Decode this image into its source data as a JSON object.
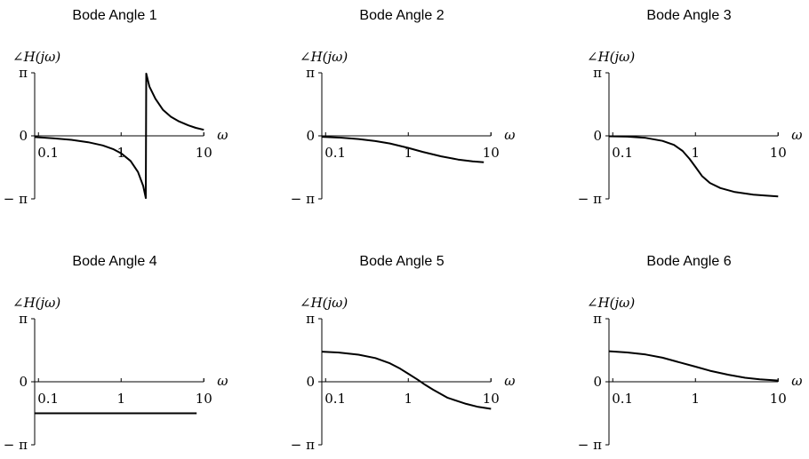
{
  "chart_data": [
    {
      "type": "line",
      "title": "Bode Angle 1",
      "xlabel": "ω",
      "ylabel": "∠H(jω)",
      "xscale": "log",
      "xlim": [
        0.09,
        10
      ],
      "ylim": [
        -3.14159,
        3.14159
      ],
      "xticks": [
        "0.1",
        "1",
        "10"
      ],
      "yticks": [
        "π",
        "0",
        "− π"
      ],
      "series": [
        {
          "x": [
            0.09,
            0.15,
            0.25,
            0.4,
            0.6,
            0.8,
            1.0,
            1.3,
            1.6,
            1.85,
            1.99,
            2.01,
            2.2,
            2.6,
            3.2,
            4,
            5,
            6.5,
            8,
            10
          ],
          "y": [
            -0.06,
            -0.12,
            -0.2,
            -0.32,
            -0.48,
            -0.66,
            -0.87,
            -1.25,
            -1.8,
            -2.5,
            -3.1,
            3.1,
            2.45,
            1.85,
            1.3,
            0.95,
            0.72,
            0.52,
            0.4,
            0.3
          ]
        }
      ]
    },
    {
      "type": "line",
      "title": "Bode Angle 2",
      "xlabel": "ω",
      "ylabel": "∠H(jω)",
      "xscale": "log",
      "xlim": [
        0.09,
        10
      ],
      "ylim": [
        -3.14159,
        3.14159
      ],
      "xticks": [
        "0.1",
        "1",
        "10"
      ],
      "yticks": [
        "π",
        "0",
        "− π"
      ],
      "series": [
        {
          "x": [
            0.09,
            0.15,
            0.25,
            0.4,
            0.6,
            1.0,
            1.5,
            2.5,
            4,
            6,
            8.2
          ],
          "y": [
            -0.05,
            -0.09,
            -0.16,
            -0.26,
            -0.38,
            -0.6,
            -0.8,
            -1.02,
            -1.18,
            -1.27,
            -1.32
          ]
        }
      ]
    },
    {
      "type": "line",
      "title": "Bode Angle 3",
      "xlabel": "ω",
      "ylabel": "∠H(jω)",
      "xscale": "log",
      "xlim": [
        0.09,
        10
      ],
      "ylim": [
        -3.14159,
        3.14159
      ],
      "xticks": [
        "0.1",
        "1",
        "10"
      ],
      "yticks": [
        "π",
        "0",
        "− π"
      ],
      "series": [
        {
          "x": [
            0.09,
            0.15,
            0.25,
            0.4,
            0.55,
            0.7,
            0.85,
            1.0,
            1.2,
            1.5,
            2.0,
            3.0,
            5.0,
            7.0,
            10
          ],
          "y": [
            -0.02,
            -0.04,
            -0.1,
            -0.25,
            -0.45,
            -0.75,
            -1.15,
            -1.55,
            -2.0,
            -2.35,
            -2.6,
            -2.8,
            -2.93,
            -2.98,
            -3.02
          ]
        }
      ]
    },
    {
      "type": "line",
      "title": "Bode Angle 4",
      "xlabel": "ω",
      "ylabel": "∠H(jω)",
      "xscale": "log",
      "xlim": [
        0.09,
        10
      ],
      "ylim": [
        -3.14159,
        3.14159
      ],
      "xticks": [
        "0.1",
        "1",
        "10"
      ],
      "yticks": [
        "π",
        "0",
        "− π"
      ],
      "series": [
        {
          "x": [
            0.09,
            8.2
          ],
          "y": [
            -1.57,
            -1.57
          ]
        }
      ]
    },
    {
      "type": "line",
      "title": "Bode Angle 5",
      "xlabel": "ω",
      "ylabel": "∠H(jω)",
      "xscale": "log",
      "xlim": [
        0.09,
        10
      ],
      "ylim": [
        -3.14159,
        3.14159
      ],
      "xticks": [
        "0.1",
        "1",
        "10"
      ],
      "yticks": [
        "π",
        "0",
        "− π"
      ],
      "series": [
        {
          "x": [
            0.09,
            0.15,
            0.25,
            0.4,
            0.6,
            0.8,
            1.0,
            1.3,
            1.6,
            2.0,
            3.0,
            5.0,
            7.0,
            10
          ],
          "y": [
            1.5,
            1.45,
            1.35,
            1.18,
            0.92,
            0.65,
            0.4,
            0.1,
            -0.15,
            -0.4,
            -0.8,
            -1.1,
            -1.25,
            -1.35
          ]
        }
      ]
    },
    {
      "type": "line",
      "title": "Bode Angle 6",
      "xlabel": "ω",
      "ylabel": "∠H(jω)",
      "xscale": "log",
      "xlim": [
        0.09,
        10
      ],
      "ylim": [
        -3.14159,
        3.14159
      ],
      "xticks": [
        "0.1",
        "1",
        "10"
      ],
      "yticks": [
        "π",
        "0",
        "− π"
      ],
      "series": [
        {
          "x": [
            0.09,
            0.15,
            0.25,
            0.4,
            0.6,
            1.0,
            1.5,
            2.5,
            4,
            6,
            10
          ],
          "y": [
            1.52,
            1.46,
            1.36,
            1.2,
            1.0,
            0.75,
            0.55,
            0.35,
            0.2,
            0.12,
            0.06
          ]
        }
      ]
    }
  ]
}
